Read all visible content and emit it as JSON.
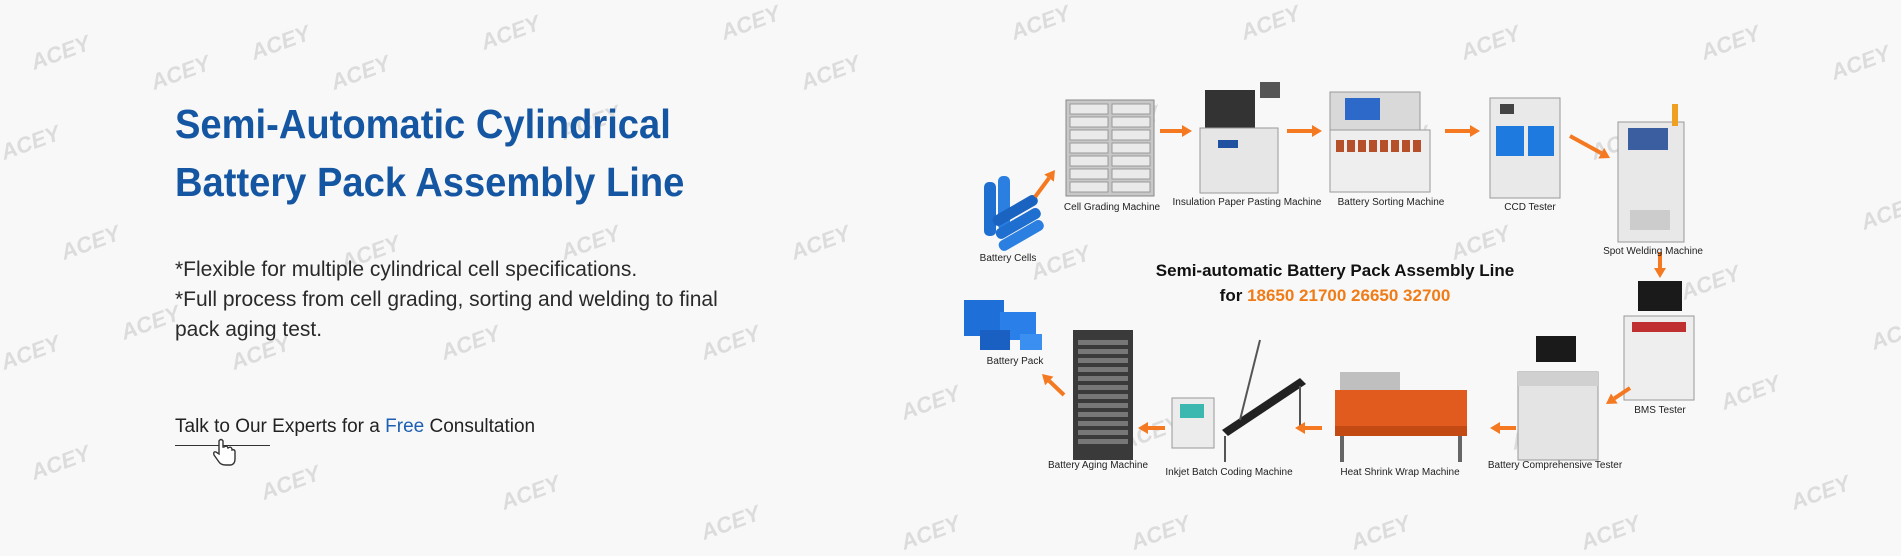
{
  "watermark": "ACEY",
  "headline": {
    "line1": "Semi-Automatic Cylindrical",
    "line2": "Battery Pack Assembly Line"
  },
  "features": [
    "*Flexible for multiple cylindrical cell specifications.",
    "*Full process from cell grading, sorting and welding to final",
    "pack aging test."
  ],
  "cta": {
    "prefix": "Talk to Our Experts for a ",
    "highlight": "Free",
    "suffix": " Consultation"
  },
  "diagram": {
    "title": "Semi-automatic Battery Pack Assembly Line",
    "for_label": "for ",
    "specs": "18650 21700 26650 32700",
    "steps": [
      "Battery Cells",
      "Cell Grading Machine",
      "Insulation Paper Pasting Machine",
      "Battery Sorting Machine",
      "CCD Tester",
      "Spot Welding Machine",
      "BMS Tester",
      "Battery Comprehensive Tester",
      "Heat Shrink Wrap Machine",
      "Inkjet Batch Coding Machine",
      "Battery Aging Machine",
      "Battery Pack"
    ],
    "colors": {
      "arrow": "#f47920",
      "accent": "#1556a3"
    }
  }
}
